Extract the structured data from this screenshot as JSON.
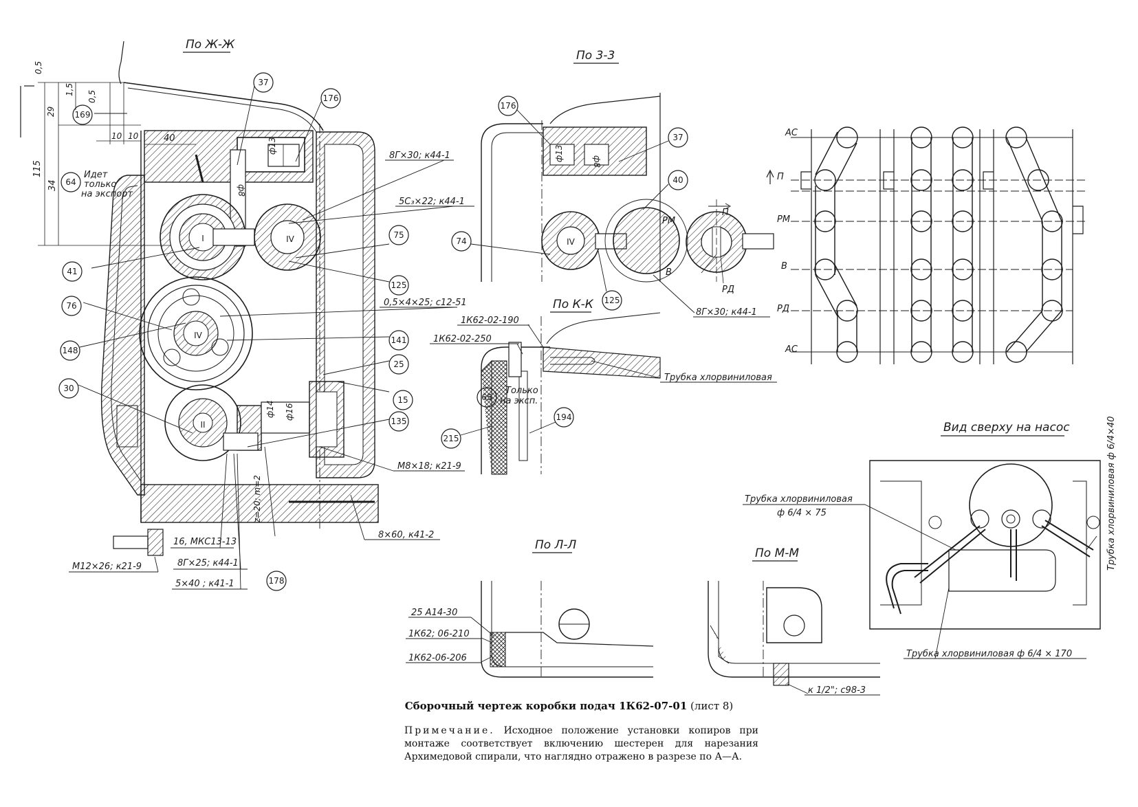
{
  "sections": {
    "zh": "По Ж-Ж",
    "z": "По 3-3",
    "k": "По К-К",
    "l": "По Л-Л",
    "m": "По М-М",
    "pump": "Вид сверху на насос"
  },
  "dims": {
    "d05a": "0,5",
    "d15": "1,5",
    "d05b": "0,5",
    "d29": "29",
    "d115": "115",
    "d34": "34",
    "d10a": "10",
    "d10b": "10",
    "d40": "40",
    "phi13a": "ф13",
    "phi13b": "ф13",
    "phi8a": "ф8",
    "phi8b": "ф8",
    "phi14": "ф14",
    "phi16": "ф16"
  },
  "gear_marks": {
    "I": "I",
    "IV": "IV",
    "II": "II",
    "IVb": "IV",
    "IVc": "IV"
  },
  "callouts": {
    "n37": "37",
    "n176": "176",
    "n169": "169",
    "n64": "64",
    "n41": "41",
    "n76": "76",
    "n148": "148",
    "n30": "30",
    "n75": "75",
    "n125": "125",
    "n141": "141",
    "n25": "25",
    "n15": "15",
    "n135": "135",
    "n178": "178",
    "n176b": "176",
    "n37b": "37",
    "n40": "40",
    "n74": "74",
    "n125b": "125",
    "n65": "65",
    "n215": "215",
    "n194": "194"
  },
  "notes": {
    "idet1": "Идет",
    "idet2": "только",
    "idet3": "на экспорт",
    "tolko1": "Только",
    "tolko2": "на эксп."
  },
  "parts": {
    "p8g30a": "8Г×30; к44-1",
    "p5c22": "5С₃×22; к44-1",
    "p05_4_25": "0,5×4×25; с12-51",
    "pM8": "М8×18; к21-9",
    "p8x60": "8×60, к41-2",
    "p16mkc": "16, МКС13-13",
    "pM12": "М12×26; к21-9",
    "p8g25": "8Г×25; к44-1",
    "p5x40": "5×40 ; к41-1",
    "pz20": "z=20; m=2",
    "p8g30b": "8Г×30; к44-1",
    "p190": "1К62-02-190",
    "p250": "1К62-02-250",
    "tube_k": "Трубка хлорвиниловая",
    "p25a14": "25 А14-30",
    "p210": "1К62; 06-210",
    "p206": "1К62-06-206",
    "pk12": "к 1/2\"; с98-3",
    "tube_p1": "Трубка хлорвиниловая",
    "tube_p1b": "ф 6/4 × 75",
    "tube_p2": "Трубка хлорвиниловая ф 6/4 × 170",
    "tube_p3": "Трубка хлорвиниловая ф 6/4×40"
  },
  "positions": {
    "rm": "РМ",
    "p": "П",
    "v": "В",
    "rd": "РД"
  },
  "scheme": {
    "as_top": "АС",
    "p": "П",
    "rm": "РМ",
    "v": "В",
    "rd": "РД",
    "as_bot": "АС"
  },
  "caption": {
    "title": "Сборочный чертеж коробки подач 1К62-07-01",
    "sheet": "(лист 8)"
  },
  "note": {
    "head": "Примечание.",
    "body": "Исходное положение установки копиров при монтаже соответствует включению шестерен для нарезания Архимедовой спирали, что наглядно отражено в разрезе по А—А."
  }
}
